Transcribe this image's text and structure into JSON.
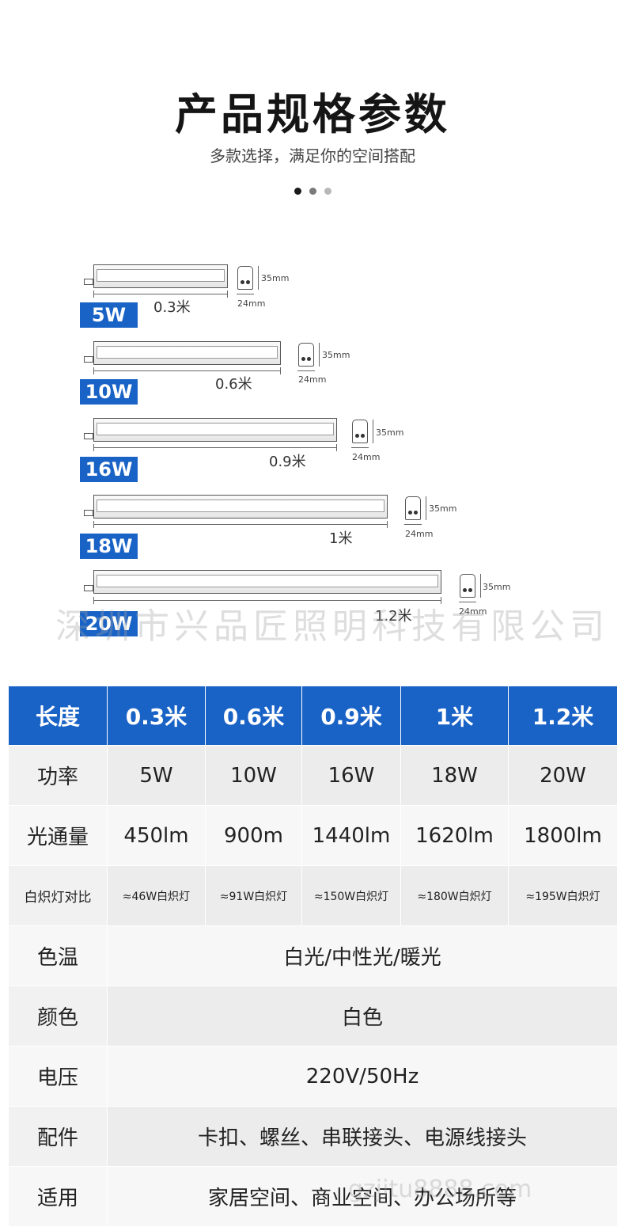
{
  "header": {
    "title": "产品规格参数",
    "subtitle": "多款选择，满足你的空间搭配"
  },
  "products": [
    {
      "watt": "5W",
      "length": "0.3米",
      "height": "35mm",
      "width": "24mm"
    },
    {
      "watt": "10W",
      "length": "0.6米",
      "height": "35mm",
      "width": "24mm"
    },
    {
      "watt": "16W",
      "length": "0.9米",
      "height": "35mm",
      "width": "24mm"
    },
    {
      "watt": "18W",
      "length": "1米",
      "height": "35mm",
      "width": "24mm"
    },
    {
      "watt": "20W",
      "length": "1.2米",
      "height": "35mm",
      "width": "24mm"
    }
  ],
  "watermark": "深圳市兴品匠照明科技有限公司",
  "watermark2": "gzjitu8888.com",
  "table": {
    "header": [
      "长度",
      "0.3米",
      "0.6米",
      "0.9米",
      "1米",
      "1.2米"
    ],
    "power": {
      "label": "功率",
      "values": [
        "5W",
        "10W",
        "16W",
        "18W",
        "20W"
      ]
    },
    "flux": {
      "label": "光通量",
      "values": [
        "450lm",
        "900m",
        "1440lm",
        "1620lm",
        "1800lm"
      ]
    },
    "compare": {
      "label": "白炽灯对比",
      "values": [
        "≈46W白炽灯",
        "≈91W白炽灯",
        "≈150W白炽灯",
        "≈180W白炽灯",
        "≈195W白炽灯"
      ]
    },
    "color_temp": {
      "label": "色温",
      "value": "白光/中性光/暖光"
    },
    "color": {
      "label": "颜色",
      "value": "白色"
    },
    "voltage": {
      "label": "电压",
      "value": "220V/50Hz"
    },
    "accessories": {
      "label": "配件",
      "value": "卡扣、螺丝、串联接头、电源线接头"
    },
    "usage": {
      "label": "适用",
      "value": "家居空间、商业空间、办公场所等"
    }
  },
  "colors": {
    "accent": "#1a63c6"
  }
}
